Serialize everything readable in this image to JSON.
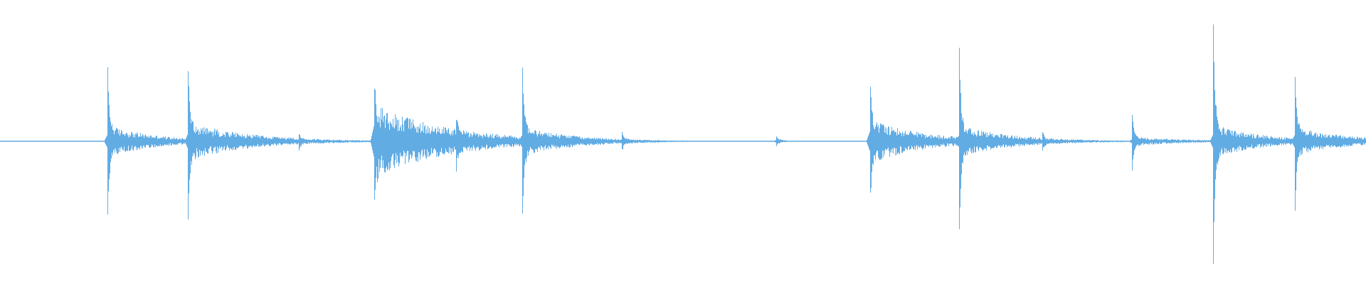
{
  "waveform": {
    "color": "#62ace4",
    "background": "#ffffff",
    "transients": [
      {
        "t": 0.0785,
        "peak": 0.49,
        "decay": 0.036,
        "body": 0.1,
        "neg": 0.52
      },
      {
        "t": 0.1375,
        "peak": 0.45,
        "decay": 0.045,
        "body": 0.12,
        "neg": 0.49
      },
      {
        "t": 0.2185,
        "peak": 0.05,
        "decay": 0.006,
        "body": 0.03,
        "neg": 0.05
      },
      {
        "t": 0.2735,
        "peak": 0.33,
        "decay": 0.055,
        "body": 0.23,
        "neg": 0.35
      },
      {
        "t": 0.3335,
        "peak": 0.14,
        "decay": 0.008,
        "body": 0.1,
        "neg": 0.16
      },
      {
        "t": 0.382,
        "peak": 0.6,
        "decay": 0.04,
        "body": 0.09,
        "neg": 0.63
      },
      {
        "t": 0.455,
        "peak": 0.05,
        "decay": 0.008,
        "body": 0.03,
        "neg": 0.05
      },
      {
        "t": 0.568,
        "peak": 0.02,
        "decay": 0.006,
        "body": 0.02,
        "neg": 0.02
      },
      {
        "t": 0.6365,
        "peak": 0.4,
        "decay": 0.04,
        "body": 0.14,
        "neg": 0.42
      },
      {
        "t": 0.702,
        "peak": 0.62,
        "decay": 0.04,
        "body": 0.1,
        "neg": 0.65
      },
      {
        "t": 0.763,
        "peak": 0.05,
        "decay": 0.006,
        "body": 0.03,
        "neg": 0.05
      },
      {
        "t": 0.8285,
        "peak": 0.2,
        "decay": 0.04,
        "body": 0.03,
        "neg": 0.21
      },
      {
        "t": 0.888,
        "peak": 0.8,
        "decay": 0.035,
        "body": 0.11,
        "neg": 0.82
      },
      {
        "t": 0.9475,
        "peak": 0.57,
        "decay": 0.04,
        "body": 0.09,
        "neg": 0.59
      }
    ]
  }
}
